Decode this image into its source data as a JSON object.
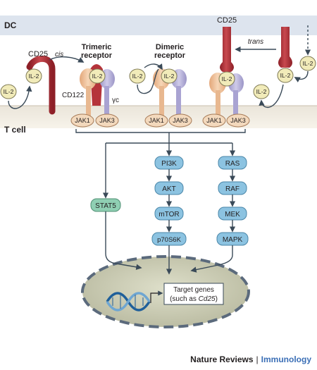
{
  "labels": {
    "dc": "DC",
    "t_cell": "T cell",
    "cd25_left": "CD25",
    "cd25_right": "CD25",
    "cis": "cis",
    "trans": "trans",
    "trimeric_line1": "Trimeric",
    "trimeric_line2": "receptor",
    "dimeric_line1": "Dimeric",
    "dimeric_line2": "receptor",
    "cd122": "CD122",
    "gamma_c": "γc"
  },
  "il2": {
    "label": "IL-2"
  },
  "jak": {
    "jak1": "JAK1",
    "jak3": "JAK3"
  },
  "pathways": {
    "stat5": "STAT5",
    "pi3k": [
      "PI3K",
      "AKT",
      "mTOR",
      "p70S6K"
    ],
    "ras": [
      "RAS",
      "RAF",
      "MEK",
      "MAPK"
    ]
  },
  "nucleus": {
    "line1": "Target genes",
    "line2_prefix": "(such as ",
    "line2_gene": "Cd25",
    "line2_suffix": ")"
  },
  "footer": {
    "journal": "Nature Reviews",
    "separator": "|",
    "section": "Immunology"
  },
  "colors": {
    "dc_band": "#dde4ee",
    "cell_band": "#efe6d8",
    "cd25": "#b5343b",
    "il2_fill": "#f1ebb9",
    "cd122": "#f1c8a3",
    "gamma": "#b8b3d9",
    "jak": "#f3d9bd",
    "pathway_box": "#8cc3e1",
    "stat5_box": "#8fcfb3",
    "nucleus": "#cecfb7",
    "arrow": "#3a4a58",
    "journal_accent": "#3b6fb6"
  }
}
